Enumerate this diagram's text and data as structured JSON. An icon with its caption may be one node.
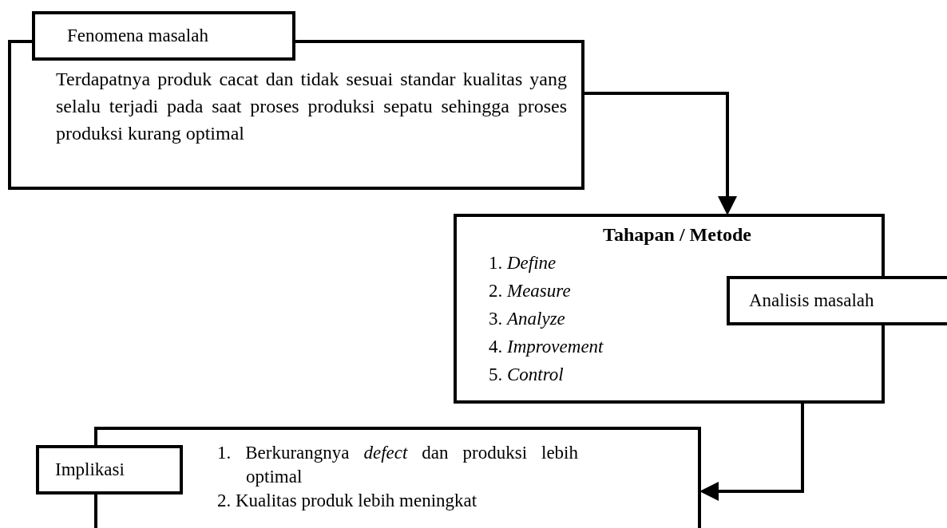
{
  "diagram": {
    "nodes": [
      {
        "text": [
          "Terdapatnya produk cacat dan tidak sesuai standar kualitas yang selalu terjadi pada saat proses produksi sepatu sehingga proses produksi kurang optimal"
        ]
      },
      {
        "text": [
          "Fenomena masalah"
        ]
      },
      {
        "text": [
          "Tahapan / Metode",
          "1. *Define*",
          "2. *Measure*",
          "3. *Analyze*",
          "4. *Improvement*",
          "5. *Control*"
        ]
      },
      {
        "text": [
          "Analisis masalah"
        ]
      },
      {
        "text": [
          "1. Berkurangnya *defect* dan produksi lebih optimal",
          "2. Kualitas produk lebih meningkat"
        ]
      },
      {
        "text": [
          "Implikasi"
        ]
      }
    ],
    "edges": [
      {
        "from": 0,
        "to": 2,
        "arrow": "to"
      },
      {
        "from": 2,
        "to": 4,
        "arrow": "to"
      }
    ]
  }
}
